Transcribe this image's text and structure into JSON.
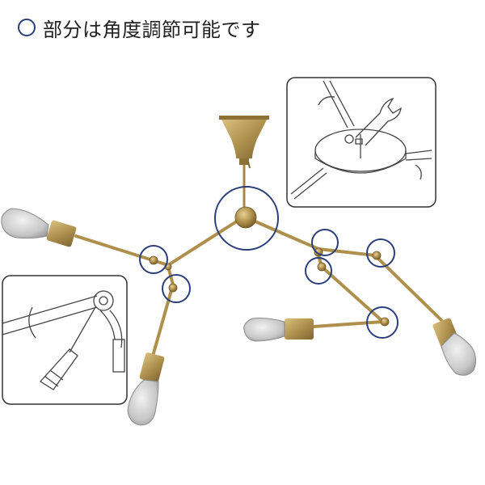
{
  "caption": {
    "text": "部分は角度調節可能です",
    "marker_icon": "open-circle-icon",
    "marker_color": "#2a3f7a"
  },
  "colors": {
    "brass": "#b0924f",
    "brass_dark": "#7d6432",
    "highlight_ring": "#2a3f7a",
    "bulb_glass": "#c9c9c9"
  },
  "insets": [
    {
      "id": "top-right",
      "illustration": "wrench-adjusting-center-hub"
    },
    {
      "id": "bottom-left",
      "illustration": "screwdriver-adjusting-arm-joint"
    }
  ]
}
